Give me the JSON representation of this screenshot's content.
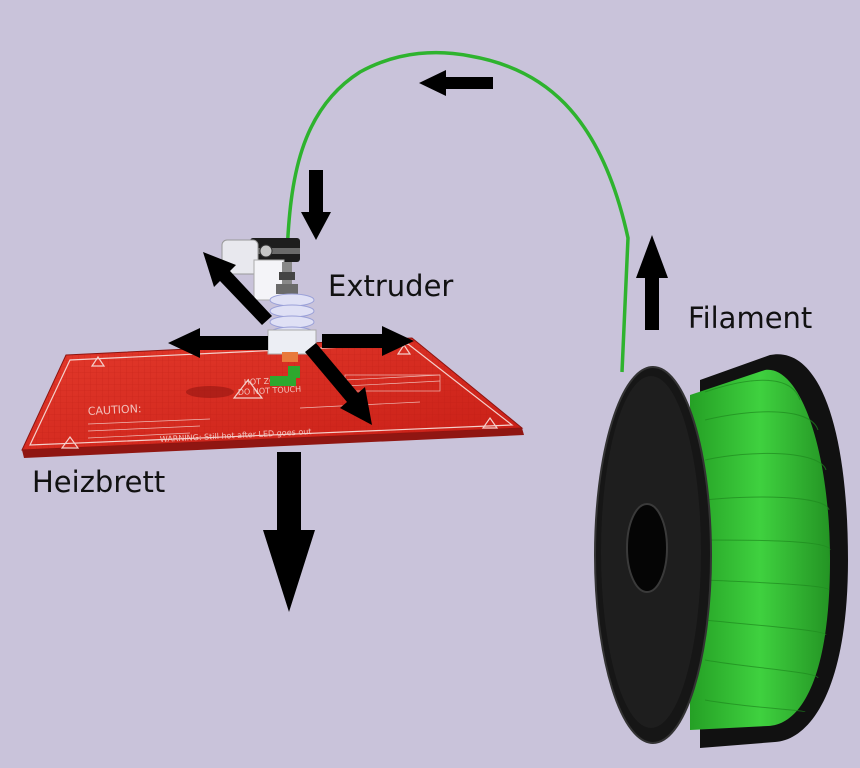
{
  "labels": {
    "extruder": "Extruder",
    "filament": "Filament",
    "heizbrett": "Heizbrett"
  },
  "bed": {
    "printed_text": [
      "HOT ZONE",
      "DO NOT TOUCH",
      "CAUTION:",
      "WARNING: Still hot after LED goes out"
    ]
  },
  "colors": {
    "background": "#c9c3da",
    "filament": "#2eb32e",
    "bed": "#d8241c",
    "spool": "#1a1a1a",
    "arrow": "#000000"
  },
  "icons": {
    "arrows": "arrow-icon",
    "warning": "warning-triangle-icon"
  }
}
